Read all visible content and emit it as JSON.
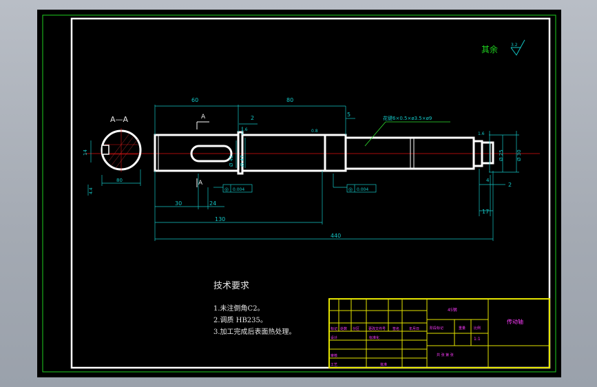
{
  "colors": {
    "background": "#a7adb6",
    "sheet": "#000000",
    "frame_green": "#1fd21f",
    "frame_white": "#ffffff",
    "part_outline": "#ffffff",
    "centerline": "#e01010",
    "dimension": "#14c8c8",
    "title_block_yellow": "#e6e600",
    "title_block_text": "#ff3cff",
    "leader": "#32e632"
  },
  "roughness_note": {
    "label": "其余",
    "value": "3.2"
  },
  "section_view": {
    "label": "A—A",
    "dims": {
      "width": "14",
      "depth": "80",
      "height": "4.4"
    }
  },
  "section_marker": "A",
  "dimensions": {
    "top_left": "60",
    "top_main": "80",
    "top_small": "2",
    "top_right_small": "5",
    "dia_1": "Ø 42",
    "dia_2": "Ø 47",
    "dia_3": "Ø 25",
    "dia_4": "Ø 30",
    "bottom_30": "30",
    "bottom_24": "24",
    "bottom_130": "130",
    "overall": "440",
    "right_2": "2",
    "right_17": "17",
    "right_4": "4"
  },
  "spline_note": "花键6×0.5×ø3.5×ø9",
  "tolerance_1": {
    "symbol": "◎",
    "value": "0.004"
  },
  "tolerance_2": {
    "symbol": "◎",
    "value": "0.004"
  },
  "surface_marks": [
    "1.6",
    "0.8",
    "1.6"
  ],
  "tech_requirements": {
    "title": "技术要求",
    "items": [
      "1.未注倒角C2。",
      "2.调质 HB235。",
      "3.加工完成后表面热处理。"
    ]
  },
  "title_block": {
    "part_name": "传动轴",
    "header": "45钢",
    "row_labels": [
      "标记",
      "处数",
      "分区",
      "更改文件号",
      "签名",
      "年月日"
    ],
    "left_labels": [
      "设计",
      "",
      "审核",
      "工艺"
    ],
    "standardize": "标准化",
    "approve": "批准",
    "stage_mark": "阶段标记",
    "weight": "重量",
    "scale_label": "比例",
    "scale": "1:1",
    "sheets": "共  张  第  张"
  }
}
